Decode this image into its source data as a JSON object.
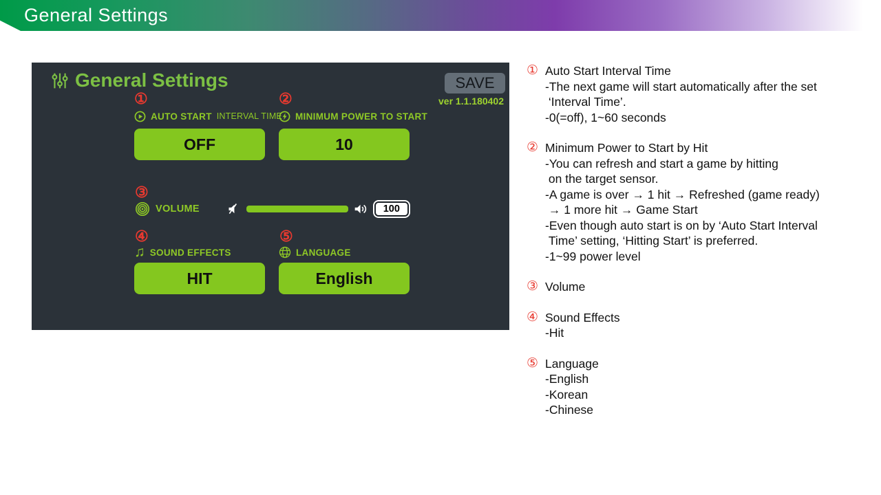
{
  "banner": {
    "title": "General Settings"
  },
  "panel": {
    "title": "General Settings",
    "save_label": "SAVE",
    "version": "ver 1.1.180402",
    "controls": {
      "auto_start": {
        "num": "①",
        "label_main": "AUTO START",
        "label_sub": "INTERVAL TIME",
        "value": "OFF"
      },
      "min_power": {
        "num": "②",
        "label": "MINIMUM POWER TO START",
        "value": "10"
      },
      "volume": {
        "num": "③",
        "label": "VOLUME",
        "value": "100",
        "fill_percent": 100
      },
      "sound_effects": {
        "num": "④",
        "label": "SOUND EFFECTS",
        "value": "HIT"
      },
      "language": {
        "num": "⑤",
        "label": "LANGUAGE",
        "value": "English"
      }
    }
  },
  "icons": {
    "music_notes": "♫"
  },
  "notes": {
    "sections": [
      {
        "num": "①",
        "title": "Auto Start Interval Time",
        "lines": [
          "-The next game will start automatically after the set",
          " ‘Interval Time’.",
          "-0(=off), 1~60 seconds"
        ]
      },
      {
        "num": "②",
        "title": "Minimum Power to Start by Hit",
        "lines": [
          "-You can refresh and start a game by hitting",
          " on the target sensor.",
          "-A game is over → 1 hit → Refreshed (game ready)",
          " → 1 more hit → Game Start",
          "-Even though auto start is on by ‘Auto Start Interval",
          " Time’ setting, ‘Hitting Start’ is preferred.",
          "-1~99 power level"
        ]
      },
      {
        "num": "③",
        "title": "Volume",
        "lines": []
      },
      {
        "num": "④",
        "title": "Sound Effects",
        "lines": [
          "-Hit"
        ]
      },
      {
        "num": "⑤",
        "title": "Language",
        "lines": [
          "-English",
          "-Korean",
          "-Chinese"
        ]
      }
    ]
  },
  "colors": {
    "accent_green": "#84c71f",
    "title_green": "#7cc044",
    "label_green": "#8fc926",
    "version_green": "#9ed32f",
    "panel_background": "#2b3239",
    "number_red": "#e8392f",
    "save_gray": "#646e77",
    "banner_gradient_start": "#009a48",
    "banner_gradient_purple": "#7e3cab",
    "banner_gradient_end": "#ffffff"
  }
}
